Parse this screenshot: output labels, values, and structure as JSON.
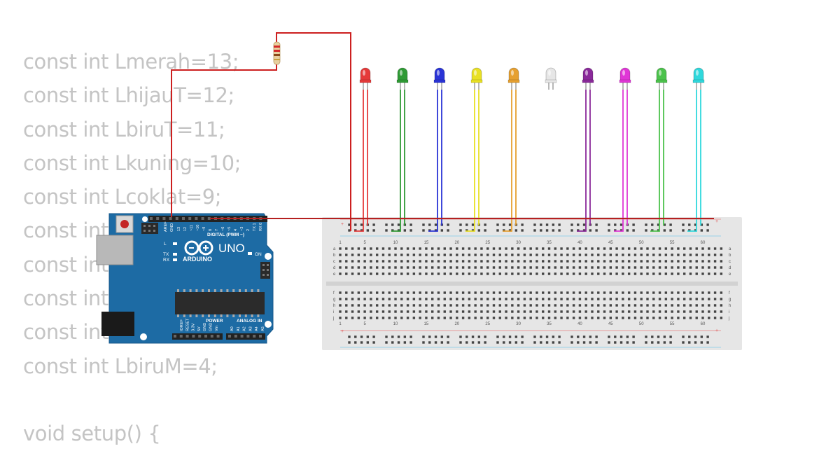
{
  "code_lines": [
    "const int Lmerah=13;",
    "const int LhijauT=12;",
    "const int LbiruT=11;",
    "const int Lkuning=10;",
    "const int Lcoklat=9;",
    "const int",
    "const int",
    "const int",
    "const int",
    "const int LbiruM=4;",
    "",
    "void setup() {"
  ],
  "arduino": {
    "brand": "ARDUINO",
    "model": "UNO",
    "digital_label": "DIGITAL (PWM ~)",
    "power_label": "POWER",
    "analog_label": "ANALOG IN",
    "on_label": "ON",
    "l_label": "L",
    "tx_label": "TX",
    "rx_label": "RX",
    "aref_label": "AREF",
    "gnd_label": "GND",
    "digital_pins": [
      "13",
      "12",
      "~11",
      "~10",
      "~9",
      "8",
      "7",
      "~6",
      "~5",
      "4",
      "~3",
      "2",
      "TX 1",
      "RX 0"
    ],
    "power_pins": [
      "IOREF",
      "RESET",
      "3.3V",
      "5V",
      "GND",
      "GND",
      "Vin"
    ],
    "analog_pins": [
      "A0",
      "A1",
      "A2",
      "A3",
      "A4",
      "A5"
    ]
  },
  "breadboard": {
    "column_numbers": [
      "1",
      "5",
      "10",
      "15",
      "20",
      "25",
      "30",
      "35",
      "40",
      "45",
      "50",
      "55",
      "60"
    ],
    "row_letters_top": [
      "a",
      "b",
      "c",
      "d",
      "e"
    ],
    "row_letters_bottom": [
      "f",
      "g",
      "h",
      "i",
      "j"
    ],
    "plus_sign": "+",
    "minus_sign": "-"
  },
  "colors": {
    "wire_red": "#cc1f1f",
    "board_blue": "#1d6ba4",
    "leds": [
      "#e53a3a",
      "#2f9a35",
      "#2a34d6",
      "#e8e024",
      "#e6a030",
      "#e6e6e6",
      "#8a2a9a",
      "#e036d6",
      "#4cc24c",
      "#30d8dc"
    ]
  }
}
